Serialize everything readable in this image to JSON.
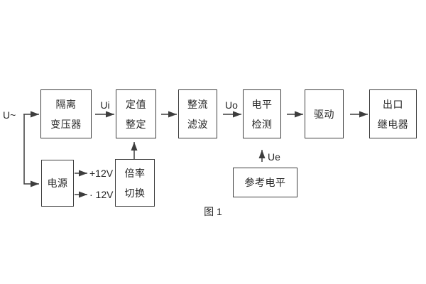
{
  "diagram": {
    "caption": "图 1",
    "input_label": "U~",
    "signal_labels": {
      "ui": "Ui",
      "uo": "Uo",
      "ue": "Ue"
    },
    "power_rails": {
      "positive": "+12V",
      "negative": "· 12V"
    },
    "blocks": {
      "isolation_transformer": {
        "line1": "隔离",
        "line2": "变压器"
      },
      "value_setting": {
        "line1": "定值",
        "line2": "整定"
      },
      "rectify_filter": {
        "line1": "整流",
        "line2": "滤波"
      },
      "level_detect": {
        "line1": "电平",
        "line2": "检测"
      },
      "drive": {
        "line1": "驱动"
      },
      "output_relay": {
        "line1": "出口",
        "line2": "继电器"
      },
      "power_supply": {
        "line1": "电源"
      },
      "ratio_switch": {
        "line1": "倍率",
        "line2": "切换"
      },
      "reference_level": {
        "line1": "参考电平"
      }
    },
    "colors": {
      "line": "#3d3d3d",
      "text": "#262626",
      "background": "#ffffff"
    }
  }
}
